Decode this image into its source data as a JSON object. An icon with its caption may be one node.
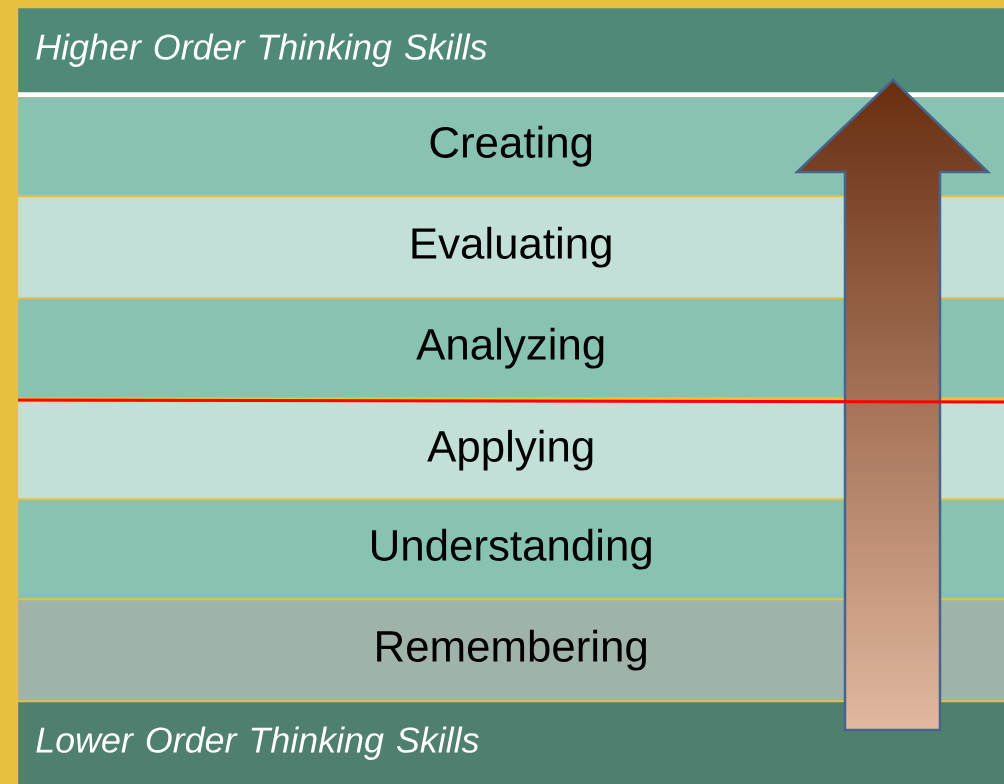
{
  "diagram": {
    "nodes": [
      {
        "text": [
          "Higher Order Thinking Skills"
        ]
      },
      {
        "text": [
          "Creating"
        ]
      },
      {
        "text": [
          "Evaluating"
        ]
      },
      {
        "text": [
          "Analyzing"
        ]
      },
      {
        "text": [
          "Applying"
        ]
      },
      {
        "text": [
          "Understanding"
        ]
      },
      {
        "text": [
          "Remembering"
        ]
      },
      {
        "text": [
          "Lower Order Thinking Skills"
        ]
      }
    ]
  }
}
